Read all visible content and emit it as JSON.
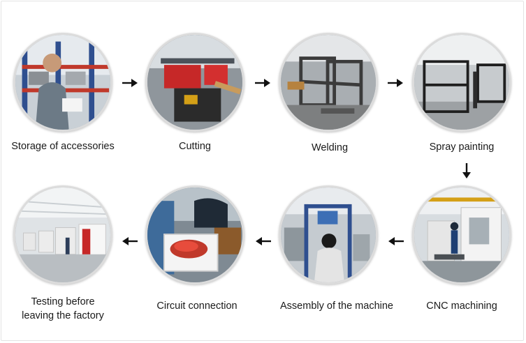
{
  "steps": [
    {
      "label": "Storage of accessories"
    },
    {
      "label": "Cutting"
    },
    {
      "label": "Welding"
    },
    {
      "label": "Spray painting"
    },
    {
      "label": "CNC machining"
    },
    {
      "label": "Assembly of the machine"
    },
    {
      "label": "Circuit connection"
    },
    {
      "label": "Testing before leaving the factory",
      "lines": [
        "Testing before",
        "leaving the factory"
      ]
    }
  ],
  "arrow_color": "#111111"
}
